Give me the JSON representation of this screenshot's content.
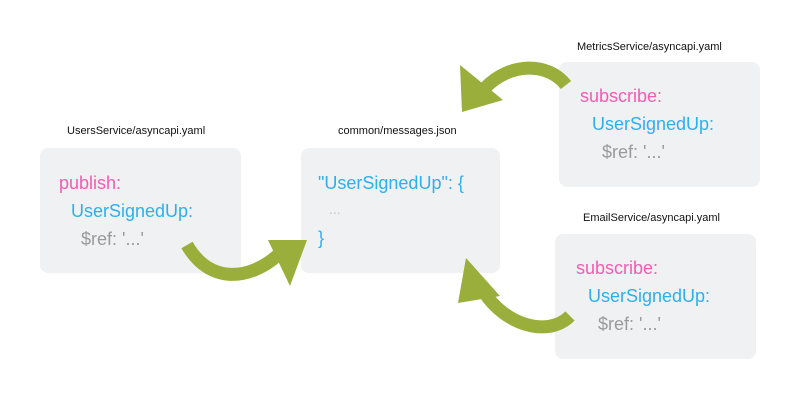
{
  "colors": {
    "card_bg": "#f0f1f2",
    "keyword": "#f45bb2",
    "message_name": "#2cb0ef",
    "ref": "#9a9a9a",
    "arrow": "#9aae3b"
  },
  "users_service": {
    "file": "UsersService/asyncapi.yaml",
    "op": "publish:",
    "message": "UserSignedUp:",
    "ref": "$ref: '...'"
  },
  "messages": {
    "file": "common/messages.json",
    "open": "\"UserSignedUp\": {",
    "body": "...",
    "close": "}"
  },
  "metrics_service": {
    "file": "MetricsService/asyncapi.yaml",
    "op": "subscribe:",
    "message": "UserSignedUp:",
    "ref": "$ref: '...'"
  },
  "email_service": {
    "file": "EmailService/asyncapi.yaml",
    "op": "subscribe:",
    "message": "UserSignedUp:",
    "ref": "$ref: '...'"
  }
}
